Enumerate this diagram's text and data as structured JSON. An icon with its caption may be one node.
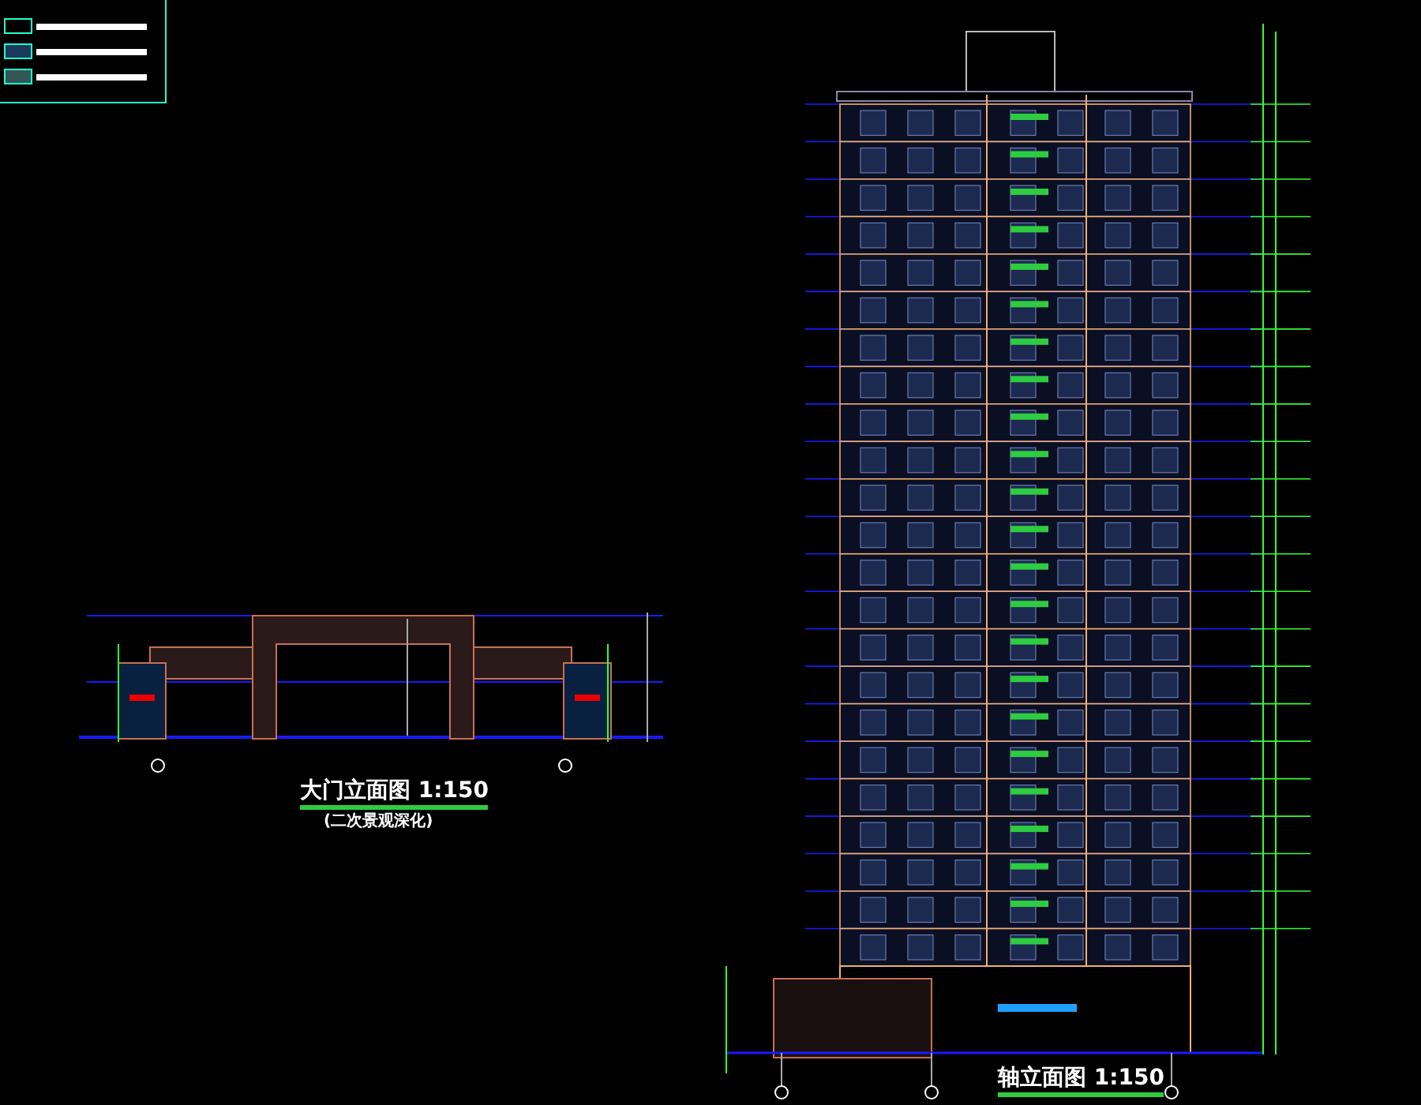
{
  "diagram": {
    "labels": [
      "大门立面图 1:150",
      "(二次景观深化)",
      "轴立面图 1:150"
    ]
  }
}
